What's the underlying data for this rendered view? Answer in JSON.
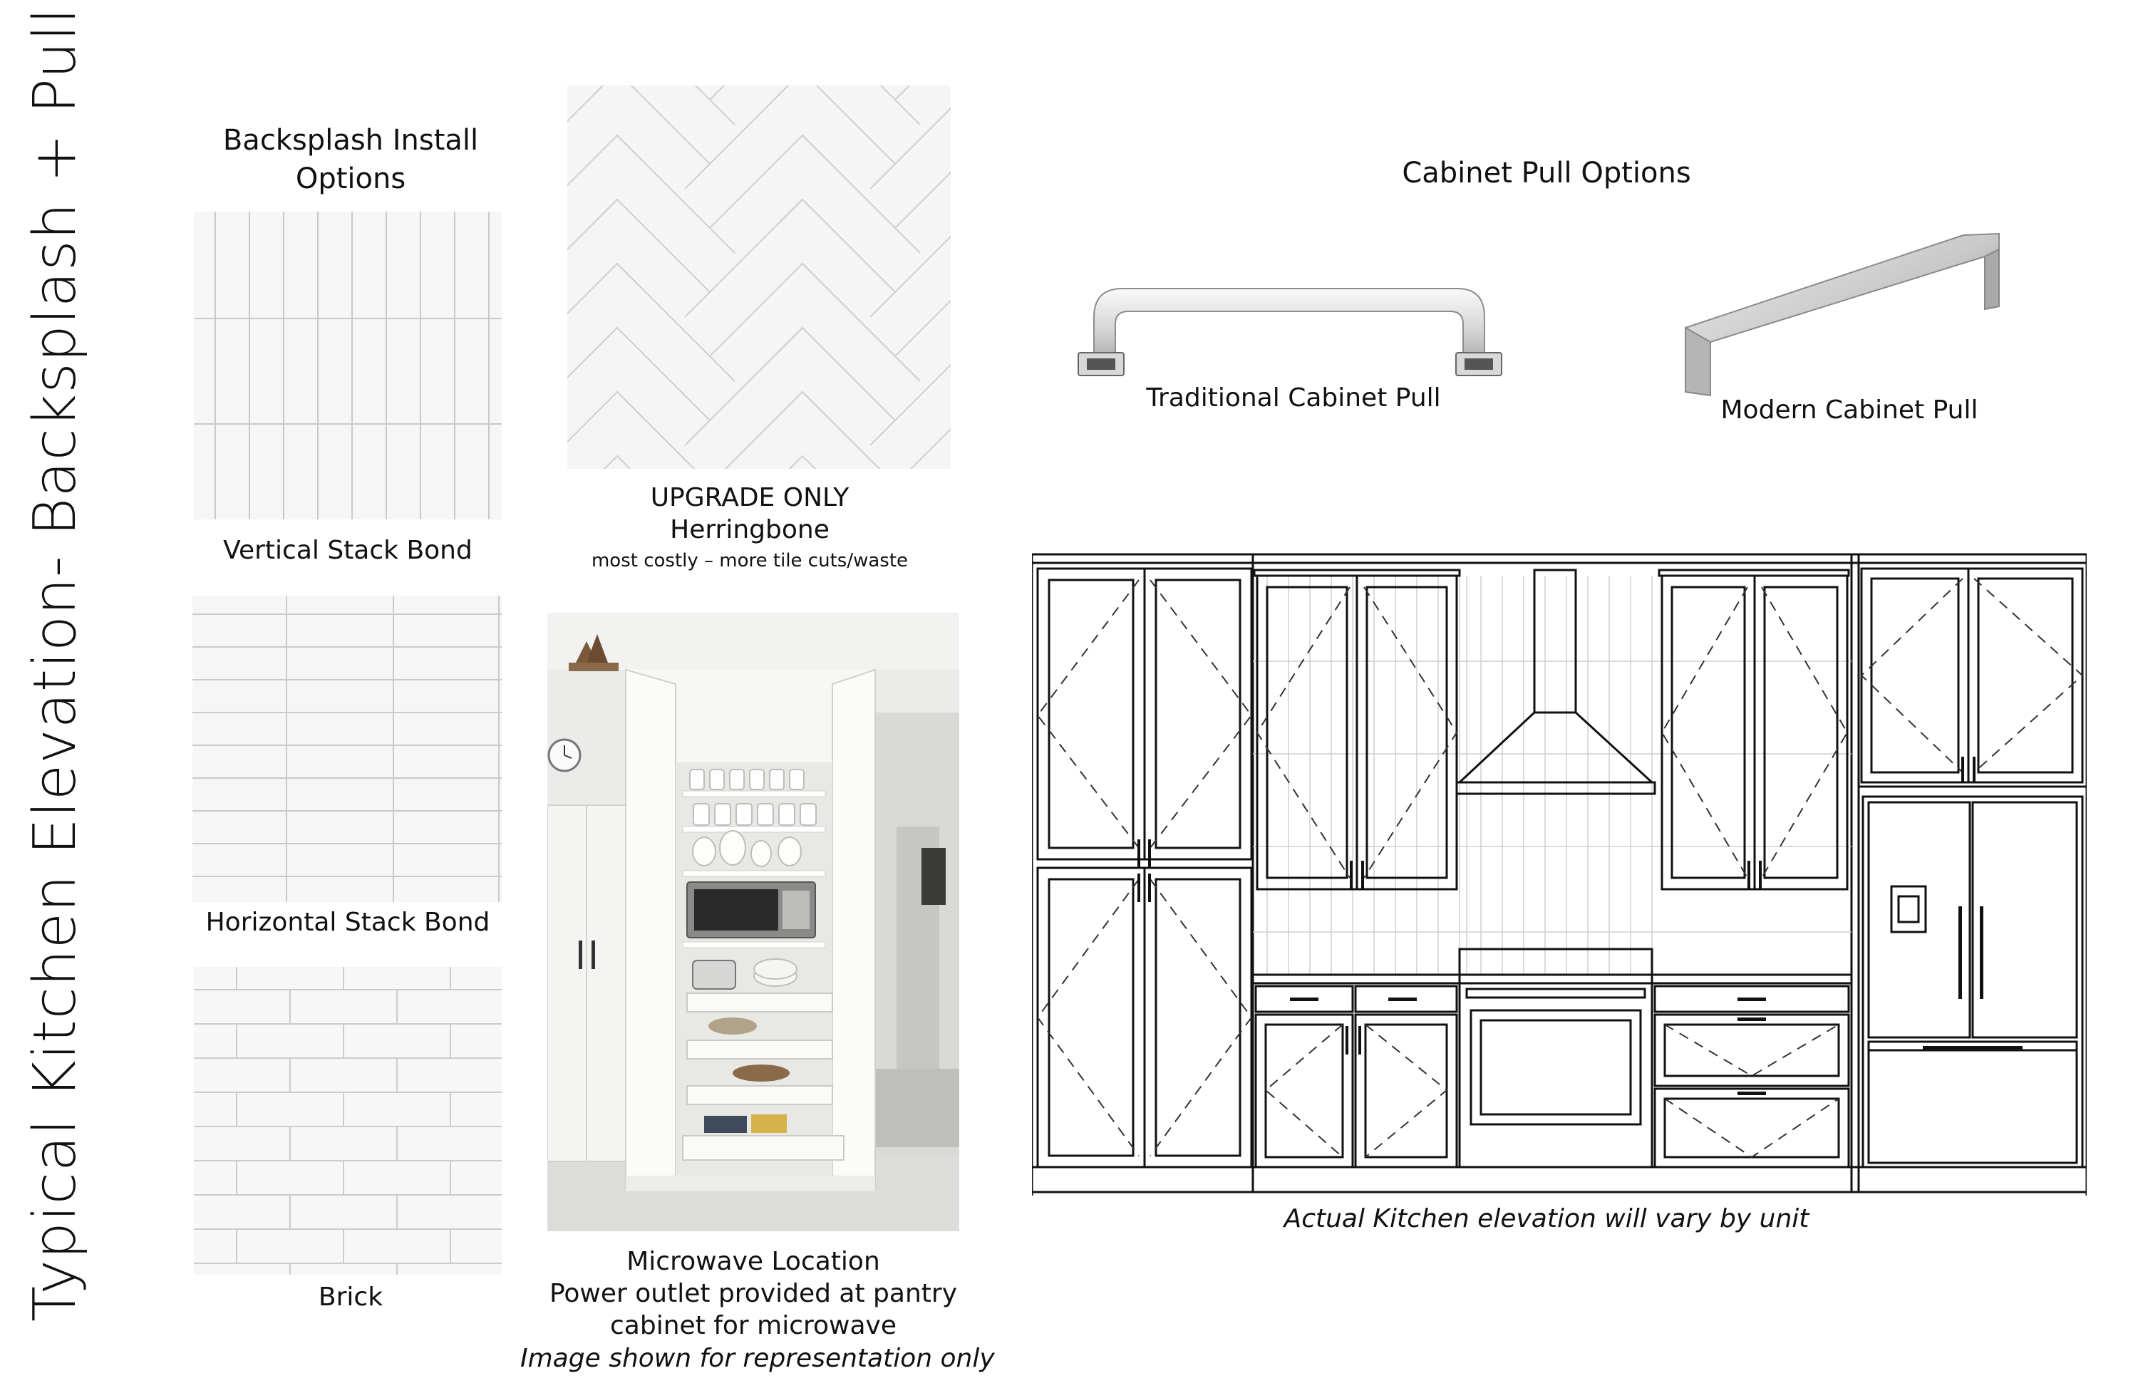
{
  "page_title": "Typical Kitchen Elevation- Backsplash + Pull",
  "backsplash": {
    "heading": "Backsplash Install Options",
    "vertical_label": "Vertical Stack Bond",
    "horizontal_label": "Horizontal Stack Bond",
    "brick_label": "Brick",
    "herringbone_line1": "UPGRADE ONLY",
    "herringbone_line2": "Herringbone",
    "herringbone_note": "most costly – more tile cuts/waste"
  },
  "microwave": {
    "title": "Microwave Location",
    "line1": "Power outlet provided at pantry",
    "line2": "cabinet for microwave",
    "note": "Image shown for representation only"
  },
  "pulls": {
    "heading": "Cabinet Pull Options",
    "traditional_label": "Traditional Cabinet Pull",
    "modern_label": "Modern Cabinet Pull"
  },
  "elevation": {
    "caption": "Actual Kitchen elevation will vary by unit"
  },
  "icons": [
    "clock-icon",
    "microwave-icon",
    "refrigerator-icon",
    "range-hood-icon"
  ]
}
